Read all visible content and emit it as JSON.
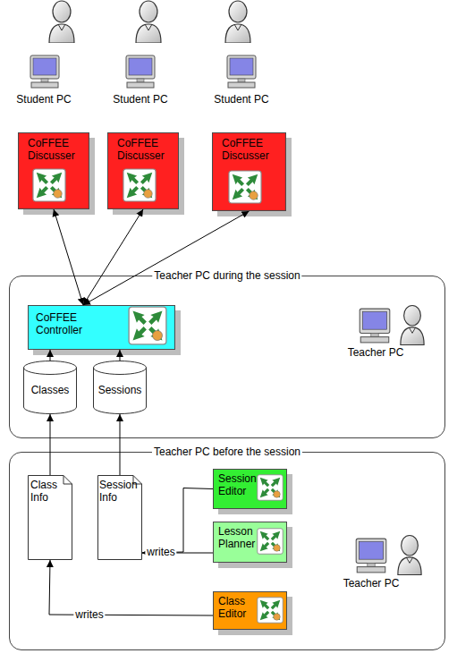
{
  "diagram": {
    "nodes": [
      {
        "text": [
          "CoFFEE Discusser"
        ]
      },
      {
        "text": [
          "CoFFEE Discusser"
        ]
      },
      {
        "text": [
          "CoFFEE Discusser"
        ]
      },
      {
        "text": [
          "Teacher PC during the session"
        ]
      },
      {
        "text": [
          "CoFFEE Controller"
        ],
        "in": 3
      },
      {
        "text": [
          "Classes"
        ],
        "in": 3
      },
      {
        "text": [
          "Sessions"
        ],
        "in": 3
      },
      {
        "text": [
          "Teacher PC before the session"
        ]
      },
      {
        "text": [
          "Class Info"
        ],
        "in": 7
      },
      {
        "text": [
          "Session Info"
        ],
        "in": 7
      },
      {
        "text": [
          "Session Editor"
        ],
        "in": 7
      },
      {
        "text": [
          "Lesson Planner"
        ],
        "in": 7
      },
      {
        "text": [
          "Class Editor"
        ],
        "in": 7
      }
    ],
    "edges": [
      {
        "from": 0,
        "to": 4,
        "arrow": "both"
      },
      {
        "from": 1,
        "to": 4,
        "arrow": "both"
      },
      {
        "from": 2,
        "to": 4,
        "arrow": "both"
      },
      {
        "from": 5,
        "to": 4,
        "arrow": "to"
      },
      {
        "from": 6,
        "to": 4,
        "arrow": "to"
      },
      {
        "from": 8,
        "to": 5,
        "arrow": "to"
      },
      {
        "from": 9,
        "to": 6,
        "arrow": "to"
      },
      {
        "from": 10,
        "to": 9,
        "arrow": "to"
      },
      {
        "from": 11,
        "to": 9,
        "label": "writes",
        "arrow": "to"
      },
      {
        "from": 12,
        "to": 8,
        "label": "writes",
        "arrow": "to"
      }
    ],
    "labels": [
      "Student PC",
      "Student PC",
      "Student PC",
      "Teacher PC",
      "Teacher PC"
    ]
  }
}
